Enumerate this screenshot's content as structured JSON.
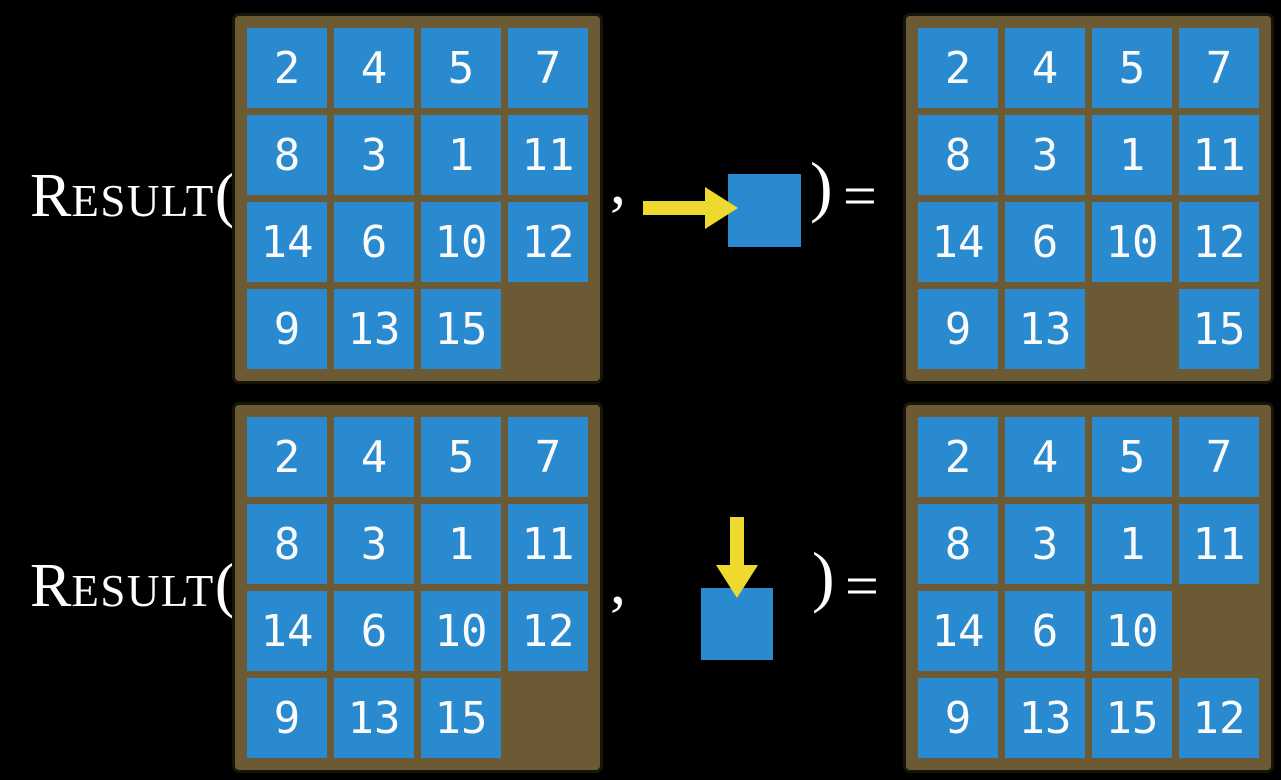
{
  "figure": {
    "function_name_initial": "R",
    "function_name_rest": "ESULT",
    "open_paren": "(",
    "comma": ",",
    "close_paren": ")",
    "equals": "="
  },
  "colors": {
    "background": "#000000",
    "tile_blue": "#2a8ad0",
    "frame_brown": "#6b5a33",
    "arrow_yellow": "#eed92e",
    "text_white": "#ffffff"
  },
  "rows": [
    {
      "action": {
        "icon": "right-arrow-into-tile",
        "direction": "right"
      },
      "input_grid": [
        [
          "2",
          "4",
          "5",
          "7"
        ],
        [
          "8",
          "3",
          "1",
          "11"
        ],
        [
          "14",
          "6",
          "10",
          "12"
        ],
        [
          "9",
          "13",
          "15",
          ""
        ]
      ],
      "output_grid": [
        [
          "2",
          "4",
          "5",
          "7"
        ],
        [
          "8",
          "3",
          "1",
          "11"
        ],
        [
          "14",
          "6",
          "10",
          "12"
        ],
        [
          "9",
          "13",
          "",
          "15"
        ]
      ]
    },
    {
      "action": {
        "icon": "down-arrow-into-tile",
        "direction": "down"
      },
      "input_grid": [
        [
          "2",
          "4",
          "5",
          "7"
        ],
        [
          "8",
          "3",
          "1",
          "11"
        ],
        [
          "14",
          "6",
          "10",
          "12"
        ],
        [
          "9",
          "13",
          "15",
          ""
        ]
      ],
      "output_grid": [
        [
          "2",
          "4",
          "5",
          "7"
        ],
        [
          "8",
          "3",
          "1",
          "11"
        ],
        [
          "14",
          "6",
          "10",
          ""
        ],
        [
          "9",
          "13",
          "15",
          "12"
        ]
      ]
    }
  ]
}
